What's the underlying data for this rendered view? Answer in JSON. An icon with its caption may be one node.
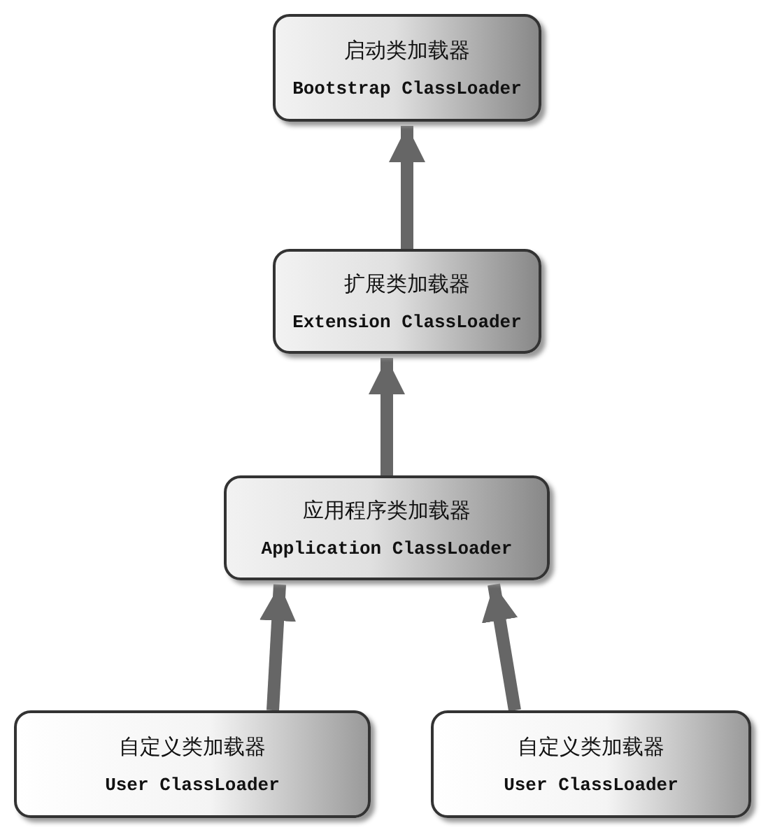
{
  "diagram": {
    "nodes": [
      {
        "text": [
          "启动类加载器",
          "Bootstrap ClassLoader"
        ]
      },
      {
        "text": [
          "扩展类加载器",
          "Extension ClassLoader"
        ]
      },
      {
        "text": [
          "应用程序类加载器",
          "Application ClassLoader"
        ]
      },
      {
        "text": [
          "自定义类加载器",
          "User ClassLoader"
        ]
      },
      {
        "text": [
          "自定义类加载器",
          "User ClassLoader"
        ]
      }
    ],
    "edges": [
      {
        "from": 1,
        "to": 0,
        "arrow": "to"
      },
      {
        "from": 2,
        "to": 1,
        "arrow": "to"
      },
      {
        "from": 3,
        "to": 2,
        "arrow": "to"
      },
      {
        "from": 4,
        "to": 2,
        "arrow": "to"
      }
    ]
  }
}
